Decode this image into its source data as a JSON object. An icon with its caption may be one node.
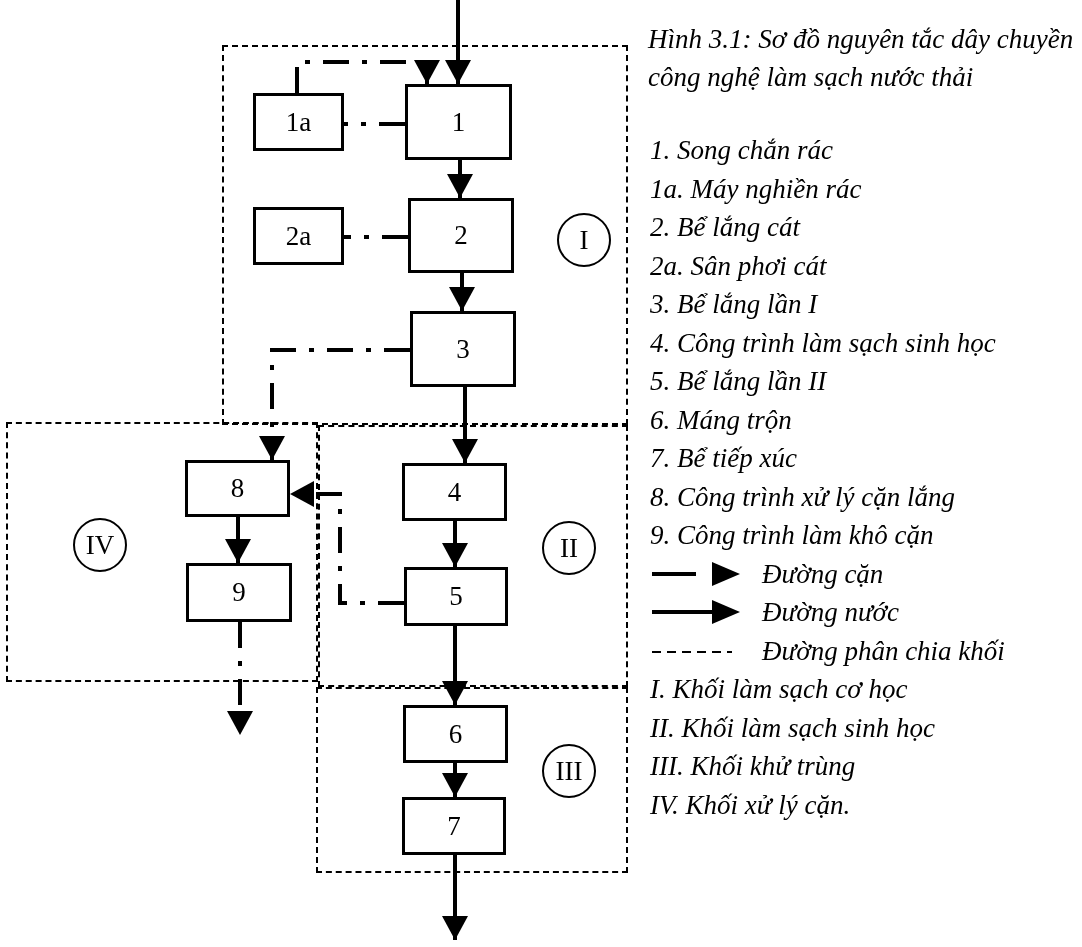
{
  "diagram": {
    "title": "Hình 3.1: Sơ đồ nguyên tắc dây chuyền công nghệ làm sạch nước thải",
    "nodes": [
      {
        "text": [],
        "shape": "box"
      },
      {
        "text": [
          "1a"
        ],
        "in": 0
      },
      {
        "text": [
          "1"
        ],
        "in": 0
      },
      {
        "text": [
          "2a"
        ],
        "in": 0
      },
      {
        "text": [
          "2"
        ],
        "in": 0
      },
      {
        "text": [
          "I"
        ],
        "in": 0
      },
      {
        "text": [
          "3"
        ],
        "in": 0
      },
      {
        "text": [],
        "shape": "box"
      },
      {
        "text": [
          "8"
        ],
        "in": 7
      },
      {
        "text": [
          "IV"
        ],
        "in": 7
      },
      {
        "text": [
          "9"
        ],
        "in": 7
      },
      {
        "text": [],
        "shape": "box"
      },
      {
        "text": [
          "4"
        ],
        "in": 11
      },
      {
        "text": [
          "II"
        ],
        "in": 11
      },
      {
        "text": [
          "5"
        ],
        "in": 11
      },
      {
        "text": [],
        "shape": "box"
      },
      {
        "text": [
          "6"
        ],
        "in": 15
      },
      {
        "text": [
          "III"
        ],
        "in": 15
      },
      {
        "text": [
          "7"
        ],
        "in": 15
      }
    ],
    "edges": [
      {
        "from": null,
        "to": 2,
        "arrow": "to"
      },
      {
        "from": 2,
        "to": 4,
        "arrow": "to"
      },
      {
        "from": 4,
        "to": 6,
        "arrow": "to"
      },
      {
        "from": 6,
        "to": 12,
        "arrow": "to"
      },
      {
        "from": 12,
        "to": 14,
        "arrow": "to"
      },
      {
        "from": 14,
        "to": 16,
        "arrow": "to"
      },
      {
        "from": 16,
        "to": 18,
        "arrow": "to"
      },
      {
        "from": 18,
        "to": null,
        "arrow": "to"
      },
      {
        "from": 2,
        "to": 1,
        "arrow": "none",
        "style": "dashed"
      },
      {
        "from": 1,
        "to": 2,
        "arrow": "to",
        "style": "dashed"
      },
      {
        "from": 4,
        "to": 3,
        "arrow": "none",
        "style": "dashed"
      },
      {
        "from": 6,
        "to": 8,
        "arrow": "to",
        "style": "dashed"
      },
      {
        "from": 14,
        "to": 8,
        "arrow": "to",
        "style": "dashed"
      },
      {
        "from": 8,
        "to": 10,
        "arrow": "to"
      },
      {
        "from": 10,
        "to": null,
        "arrow": "to",
        "style": "dashed"
      }
    ],
    "labels": [
      "1. Song chắn rác",
      "1a. Máy nghiền rác",
      "2. Bể lắng cát",
      "2a. Sân phơi cát",
      "3. Bể lắng lần I",
      "4. Công trình làm sạch sinh học",
      "5. Bể lắng lần II",
      "6. Máng trộn",
      "7. Bể tiếp xúc",
      "8. Công trình xử lý cặn lắng",
      "9. Công trình làm khô cặn",
      "I. Khối làm sạch cơ học",
      "II. Khối làm sạch sinh học",
      "III. Khối khử trùng",
      "IV. Khối xử lý cặn."
    ],
    "legend": [
      {
        "text": "Đường cặn"
      },
      {
        "text": "Đường nước"
      },
      {
        "text": "Đường phân chia khối"
      }
    ]
  }
}
